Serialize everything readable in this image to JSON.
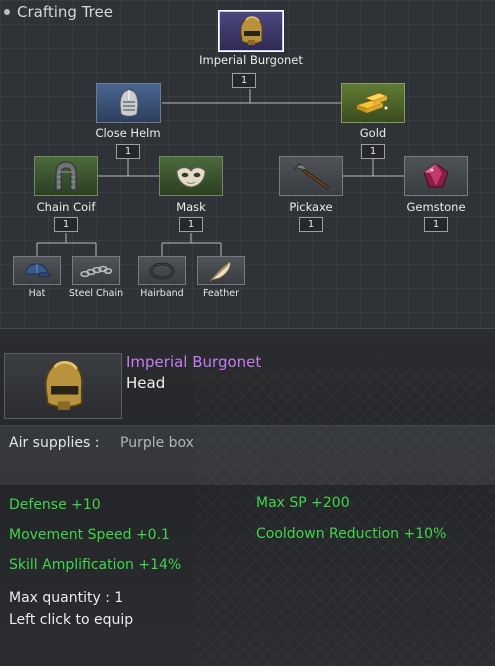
{
  "panel": {
    "title": "Crafting Tree"
  },
  "tree": {
    "root": {
      "label": "Imperial Burgonet",
      "count": "1"
    },
    "close_helm": {
      "label": "Close Helm",
      "count": "1"
    },
    "gold": {
      "label": "Gold",
      "count": "1"
    },
    "chain_coif": {
      "label": "Chain Coif",
      "count": "1"
    },
    "mask": {
      "label": "Mask",
      "count": "1"
    },
    "pickaxe": {
      "label": "Pickaxe",
      "count": "1"
    },
    "gemstone": {
      "label": "Gemstone",
      "count": "1"
    },
    "hat": {
      "label": "Hat"
    },
    "steel_chain": {
      "label": "Steel Chain"
    },
    "hairband": {
      "label": "Hairband"
    },
    "feather": {
      "label": "Feather"
    }
  },
  "item": {
    "name": "Imperial Burgonet",
    "slot": "Head",
    "name_color": "#c87cf2",
    "source_label": "Air supplies :",
    "source_value": "Purple box",
    "stats_left": [
      "Defense +10",
      "Movement Speed +0.1",
      "Skill Amplification +14%"
    ],
    "stats_right": [
      "Max SP +200",
      "Cooldown Reduction +10%"
    ],
    "stat_color": "#3fd64a",
    "max_quantity": "Max quantity : 1",
    "hint": "Left click to equip"
  },
  "icons": {
    "root": "burgonet-helmet-icon",
    "close_helm": "close-helm-icon",
    "gold": "gold-bars-icon",
    "chain_coif": "chain-coif-icon",
    "mask": "mask-icon",
    "pickaxe": "pickaxe-icon",
    "gemstone": "gemstone-icon",
    "hat": "cap-icon",
    "steel_chain": "chain-icon",
    "hairband": "hairband-icon",
    "feather": "feather-icon"
  }
}
